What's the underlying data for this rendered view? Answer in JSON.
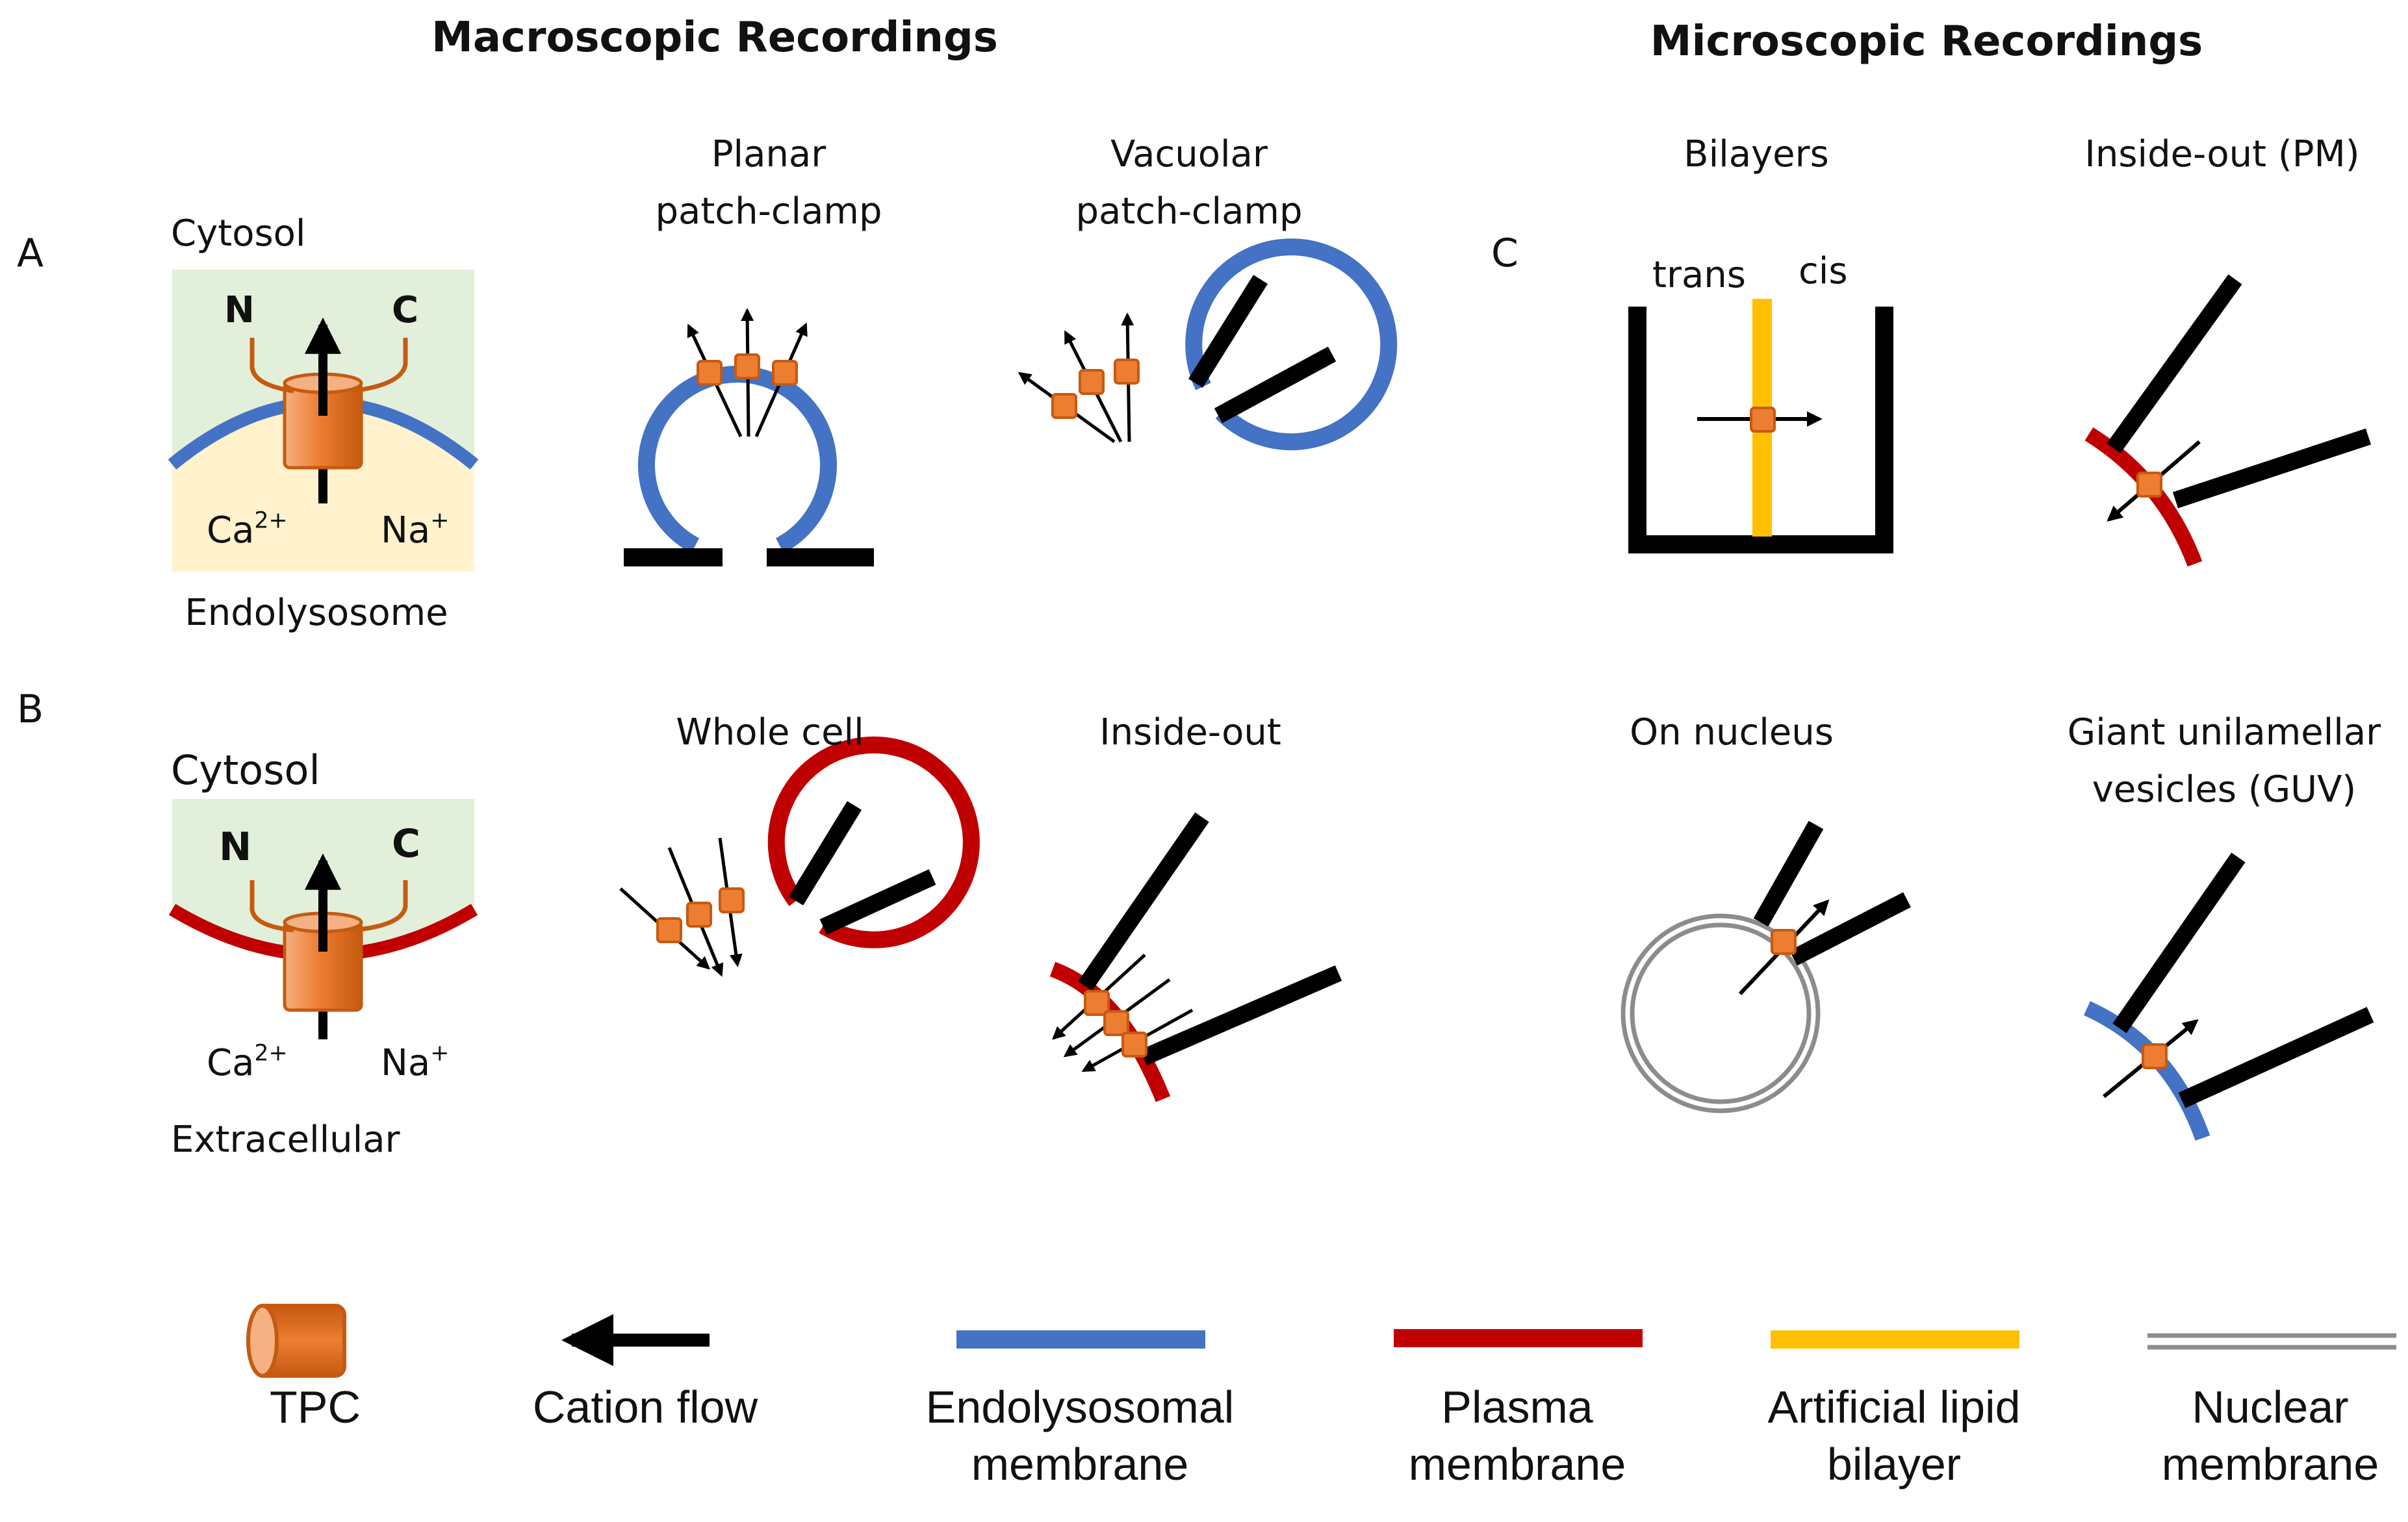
{
  "headings": {
    "macro": "Macroscopic Recordings",
    "micro": "Microscopic Recordings"
  },
  "panels": {
    "a": "A",
    "b": "B",
    "c": "C"
  },
  "schematic_a": {
    "top": "Cytosol",
    "bottom": "Endolysosome",
    "n": "N",
    "c": "C",
    "ion1_base": "Ca",
    "ion1_charge": "2+",
    "ion2_base": "Na",
    "ion2_charge": "+"
  },
  "schematic_b": {
    "top": "Cytosol",
    "bottom": "Extracellular",
    "n": "N",
    "c": "C",
    "ion1_base": "Ca",
    "ion1_charge": "2+",
    "ion2_base": "Na",
    "ion2_charge": "+"
  },
  "configs": {
    "planar_line1": "Planar",
    "planar_line2": "patch-clamp",
    "vacuolar_line1": "Vacuolar",
    "vacuolar_line2": "patch-clamp",
    "bilayers": "Bilayers",
    "trans": "trans",
    "cis": "cis",
    "inside_out_pm": "Inside-out (PM)",
    "whole_cell": "Whole cell",
    "inside_out": "Inside-out",
    "on_nucleus": "On nucleus",
    "guv_line1": "Giant unilamellar",
    "guv_line2": "vesicles (GUV)"
  },
  "legend": {
    "tpc": "TPC",
    "cation_flow": "Cation flow",
    "endolysosomal_line1": "Endolysosomal",
    "endolysosomal_line2": "membrane",
    "plasma_line1": "Plasma",
    "plasma_line2": "membrane",
    "artificial_line1": "Artificial lipid",
    "artificial_line2": "bilayer",
    "nuclear_line1": "Nuclear",
    "nuclear_line2": "membrane"
  },
  "colors": {
    "endolysosomal_membrane": "#4472c4",
    "plasma_membrane": "#c00000",
    "artificial_bilayer": "#ffc000",
    "nuclear_membrane": "#8c8c8c",
    "tpc": "#ed7d31",
    "tpc_outline": "#c55a11",
    "cytosol_bg": "#e2efda",
    "lumen_bg": "#fff2cc",
    "pipette": "#000000"
  }
}
